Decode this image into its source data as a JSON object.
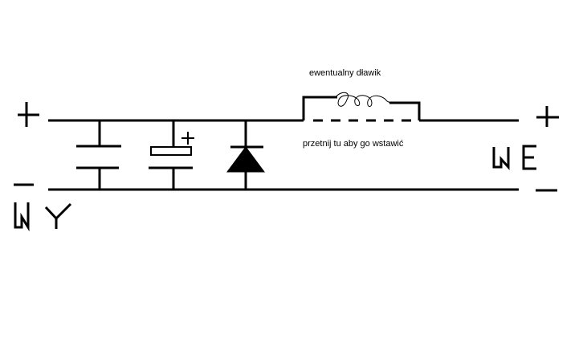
{
  "diagram": {
    "type": "circuit-schematic",
    "labels": {
      "choke": "ewentualny dławik",
      "cut_here": "przetnij tu aby go wstawić"
    },
    "terminals": {
      "output": {
        "name": "WY",
        "positive": "+",
        "negative": "−"
      },
      "input": {
        "name": "WE",
        "positive": "+",
        "negative": "−"
      }
    },
    "components": [
      {
        "id": "C1",
        "kind": "capacitor"
      },
      {
        "id": "C2",
        "kind": "electrolytic-capacitor",
        "polarity_mark": "+"
      },
      {
        "id": "D1",
        "kind": "diode"
      },
      {
        "id": "L1",
        "kind": "inductor-optional"
      },
      {
        "id": "cut",
        "kind": "dashed-jumper"
      }
    ],
    "colors": {
      "stroke": "#000000",
      "background": "#ffffff"
    }
  }
}
